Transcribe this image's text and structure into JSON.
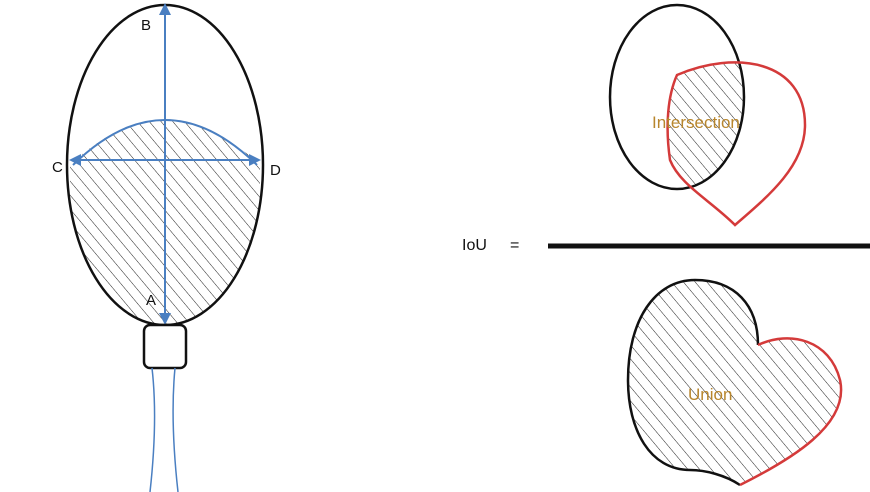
{
  "labels": {
    "point_a": "A",
    "point_b": "B",
    "point_c": "C",
    "point_d": "D",
    "iou": "IoU",
    "equals": "=",
    "intersection": "Intersection",
    "union": "Union"
  },
  "colors": {
    "outline": "#111111",
    "axis": "#4a7fc1",
    "second_shape": "#d43a3a",
    "region_text": "#b8862d",
    "hatch": "#222222"
  }
}
